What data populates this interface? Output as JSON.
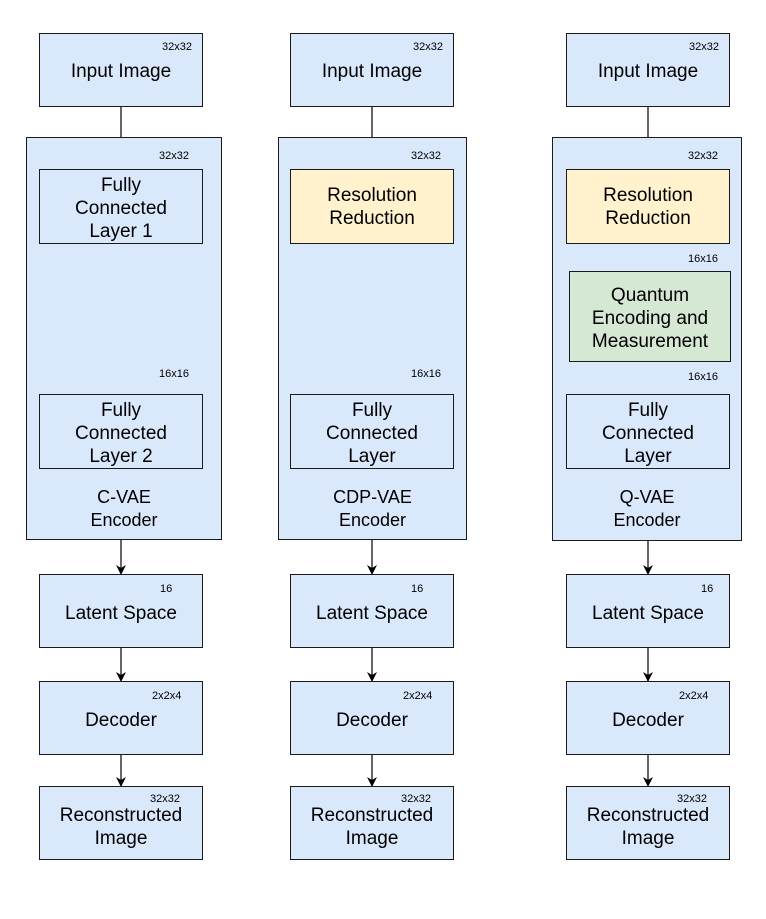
{
  "columns": [
    {
      "input": {
        "label": "Input Image",
        "dim": "32x32"
      },
      "encoder": {
        "label_line1": "C-VAE",
        "label_line2": "Encoder",
        "dim_top": "32x32",
        "layer1": {
          "line1": "Fully",
          "line2": "Connected",
          "line3": "Layer 1"
        },
        "dim_mid": "16x16",
        "layer2": {
          "line1": "Fully",
          "line2": "Connected",
          "line3": "Layer 2"
        }
      },
      "latent": {
        "label": "Latent Space",
        "dim": "16"
      },
      "decoder": {
        "label": "Decoder",
        "dim": "2x2x4"
      },
      "output": {
        "line1": "Reconstructed",
        "line2": "Image",
        "dim": "32x32"
      }
    },
    {
      "input": {
        "label": "Input Image",
        "dim": "32x32"
      },
      "encoder": {
        "label_line1": "CDP-VAE",
        "label_line2": "Encoder",
        "dim_top": "32x32",
        "reduction": {
          "line1": "Resolution",
          "line2": "Reduction"
        },
        "dim_mid": "16x16",
        "fc": {
          "line1": "Fully",
          "line2": "Connected",
          "line3": "Layer"
        }
      },
      "latent": {
        "label": "Latent Space",
        "dim": "16"
      },
      "decoder": {
        "label": "Decoder",
        "dim": "2x2x4"
      },
      "output": {
        "line1": "Reconstructed",
        "line2": "Image",
        "dim": "32x32"
      }
    },
    {
      "input": {
        "label": "Input Image",
        "dim": "32x32"
      },
      "encoder": {
        "label_line1": "Q-VAE",
        "label_line2": "Encoder",
        "dim_top": "32x32",
        "reduction": {
          "line1": "Resolution",
          "line2": "Reduction"
        },
        "dim_mid1": "16x16",
        "quantum": {
          "line1": "Quantum",
          "line2": "Encoding and",
          "line3": "Measurement"
        },
        "dim_mid2": "16x16",
        "fc": {
          "line1": "Fully",
          "line2": "Connected",
          "line3": "Layer"
        }
      },
      "latent": {
        "label": "Latent Space",
        "dim": "16"
      },
      "decoder": {
        "label": "Decoder",
        "dim": "2x2x4"
      },
      "output": {
        "line1": "Reconstructed",
        "line2": "Image",
        "dim": "32x32"
      }
    }
  ],
  "colors": {
    "block_fill": "#dae8fc",
    "reduction_fill": "#fff2cc",
    "quantum_fill": "#d5e8d4",
    "stroke": "#1a1a1a"
  }
}
